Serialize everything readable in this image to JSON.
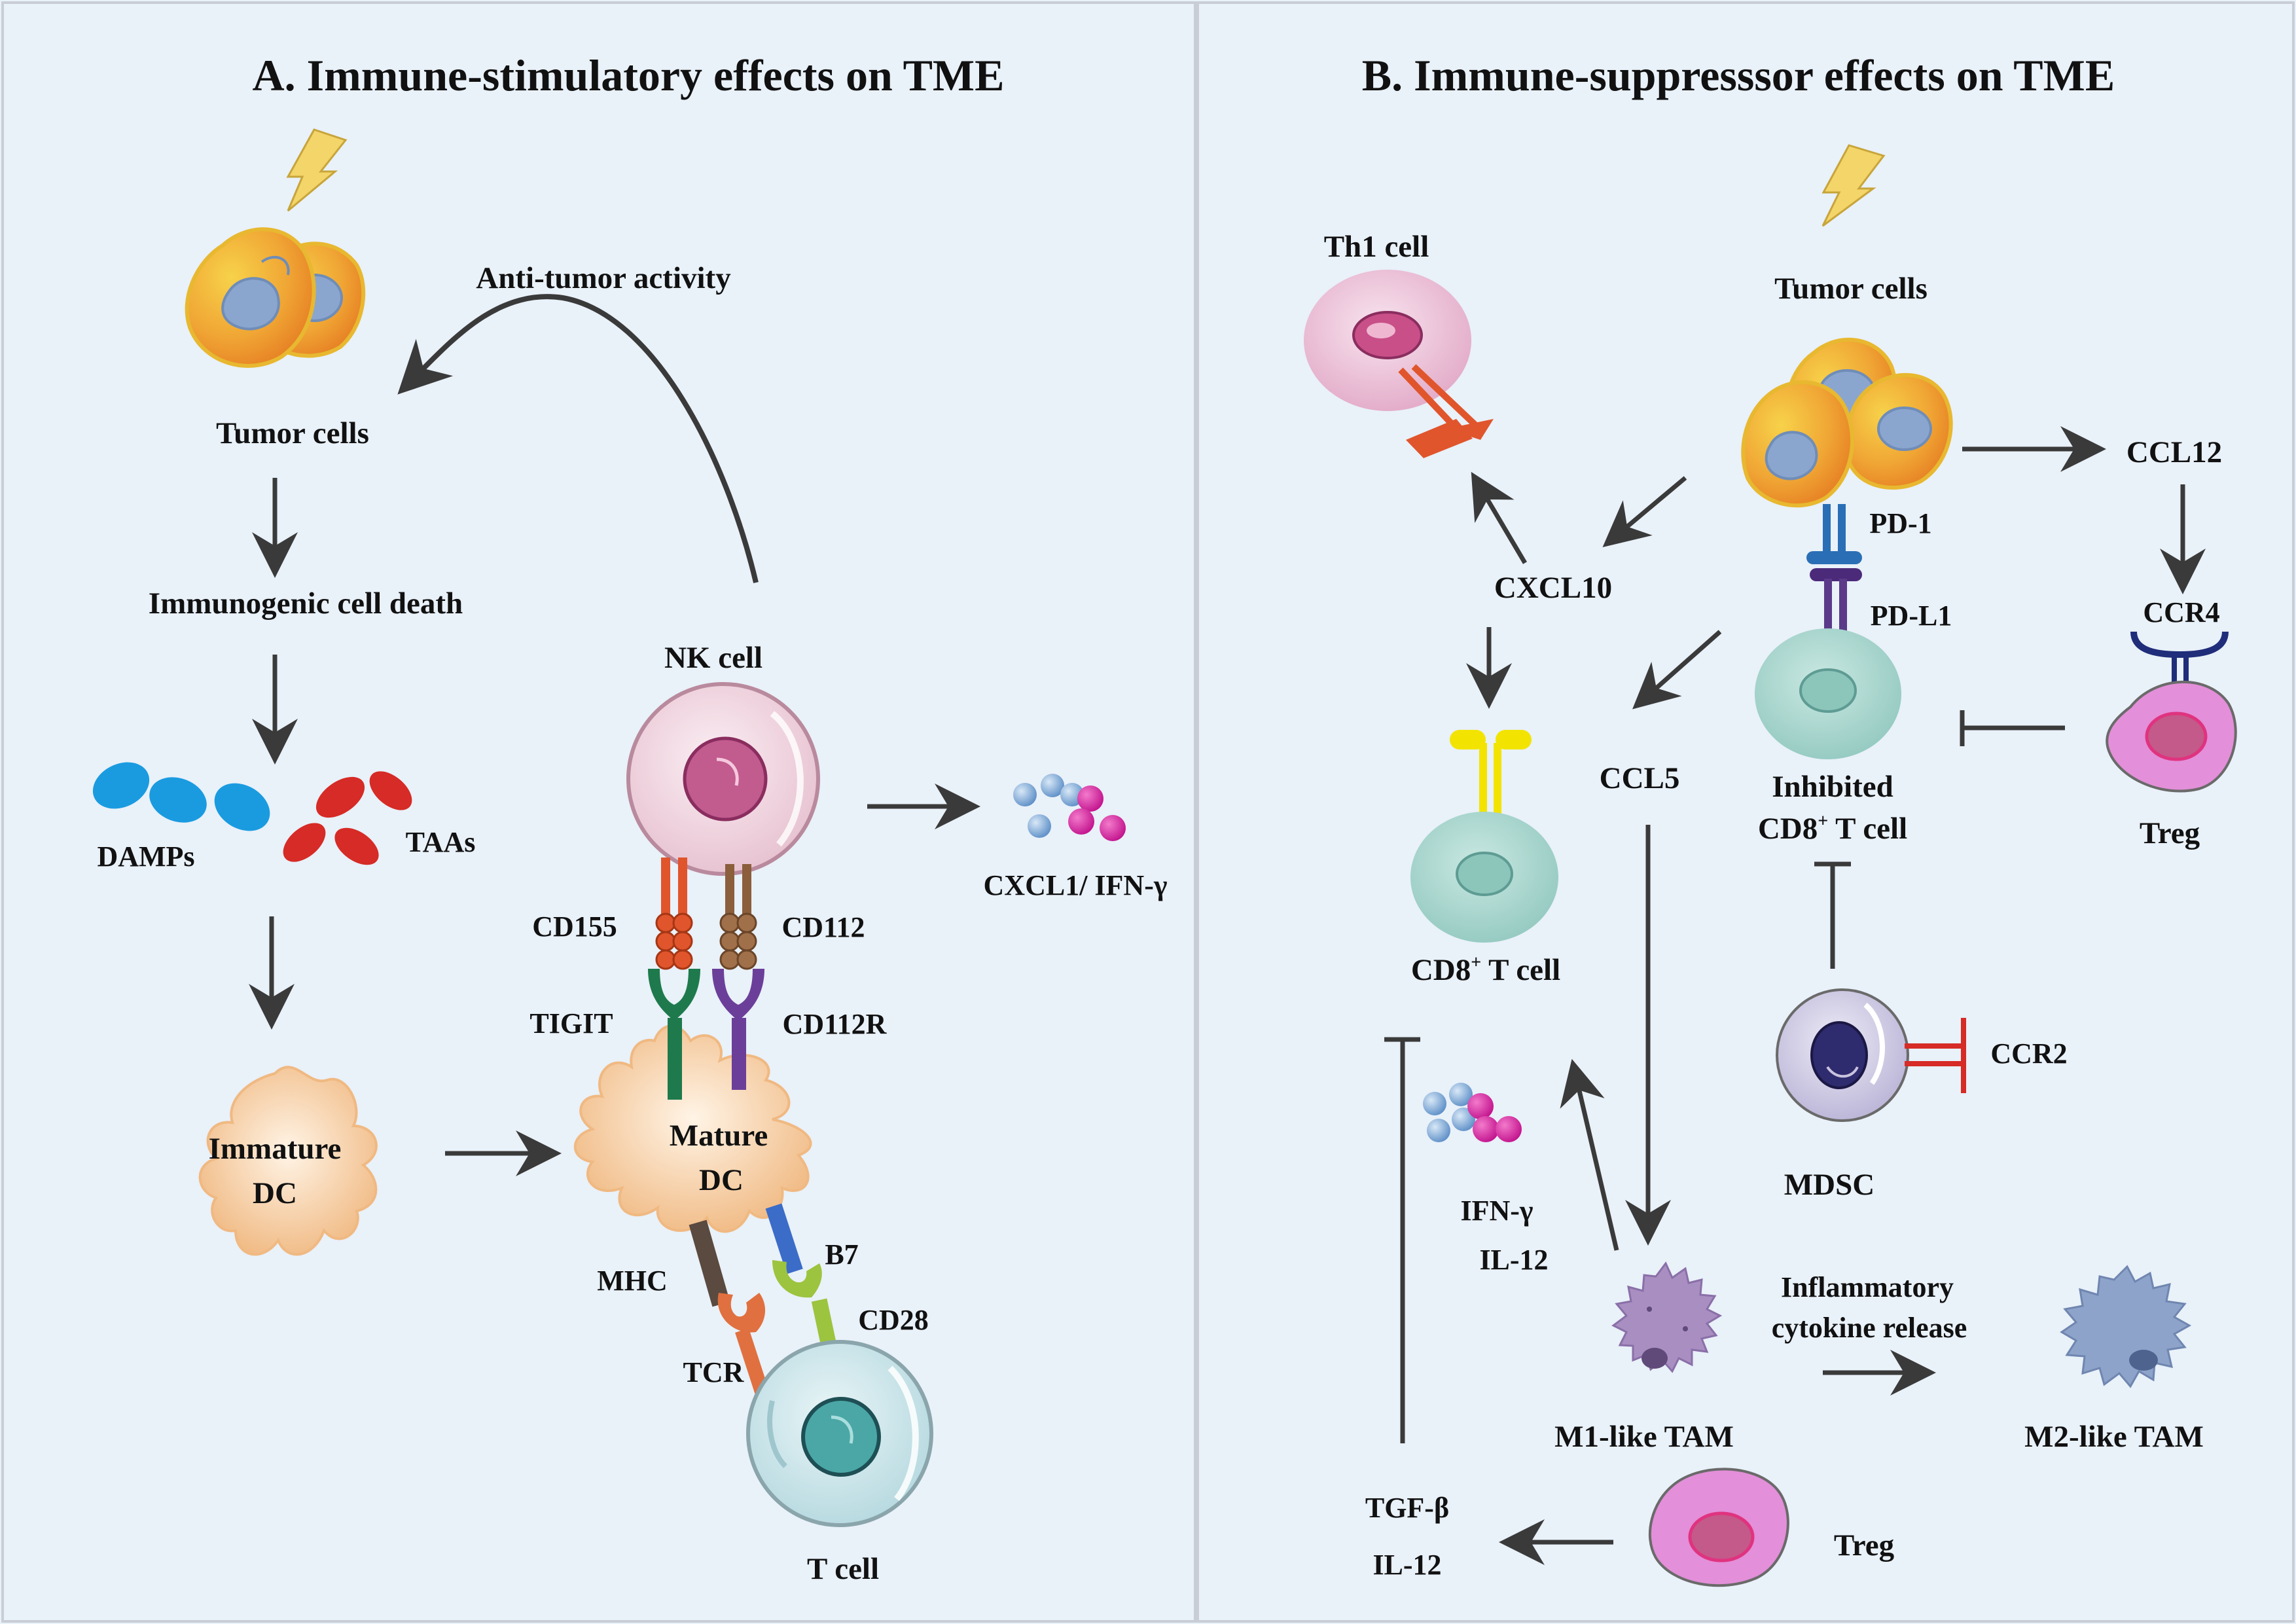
{
  "panel_a": {
    "title": "A. Immune-stimulatory effects on TME",
    "tumor_cells": "Tumor cells",
    "anti_tumor": "Anti-tumor activity",
    "icd": "Immunogenic cell death",
    "damps": "DAMPs",
    "taas": "TAAs",
    "immature_dc_1": "Immature",
    "immature_dc_2": "DC",
    "mature_dc_1": "Mature",
    "mature_dc_2": "DC",
    "nk_cell": "NK cell",
    "cd155": "CD155",
    "cd112": "CD112",
    "tigit": "TIGIT",
    "cd112r": "CD112R",
    "cytokines": "CXCL1/ IFN-γ",
    "mhc": "MHC",
    "b7": "B7",
    "cd28": "CD28",
    "tcr": "TCR",
    "t_cell": "T cell"
  },
  "panel_b": {
    "title": "B. Immune-suppresssor effects on TME",
    "th1": "Th1 cell",
    "tumor_cells": "Tumor cells",
    "ccl12": "CCL12",
    "pd1": "PD-1",
    "pdl1": "PD-L1",
    "cxcl10": "CXCL10",
    "ccr4": "CCR4",
    "ccl5": "CCL5",
    "inhibited_1": "Inhibited",
    "inhibited_2": "CD8",
    "inhibited_sup": "+",
    "inhibited_3": " T cell",
    "treg_top": "Treg",
    "cd8_1": "CD8",
    "cd8_sup": "+",
    "cd8_2": " T cell",
    "ccr2": "CCR2",
    "mdsc": "MDSC",
    "ifn": "IFN-γ",
    "il12": "IL-12",
    "inflam_1": "Inflammatory",
    "inflam_2": "cytokine release",
    "m1": "M1-like TAM",
    "m2": "M2-like TAM",
    "tgfb": "TGF-β",
    "il12_b": "IL-12",
    "treg_bottom": "Treg"
  },
  "colors": {
    "background": "#e9f1f9",
    "arrow": "#3a3a3a",
    "tumor_yellow": "#f6c526",
    "tumor_orange": "#e98a2a",
    "nucleus_blue": "#8aa6cf",
    "damps_blue": "#1a9be0",
    "taas_red": "#d62b26",
    "dc_peach": "#f2c08e",
    "nk_pink": "#ecd0dc",
    "t_cell_teal": "#c3e0e6",
    "cd8_teal": "#a9d6cf",
    "treg_magenta": "#e38fd9",
    "th1_pink": "#e9b7d2",
    "mdsc_lilac": "#c9c3de",
    "m1_purple": "#a98ec1",
    "m2_blue": "#8ea3c9",
    "lightning": "#f3d56a"
  }
}
